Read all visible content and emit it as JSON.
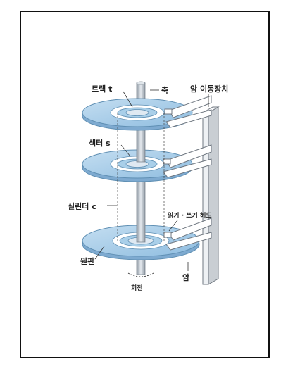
{
  "labels": {
    "track": "트랙 t",
    "axis": "축",
    "arm_mover": "암 이동장치",
    "sector": "섹터 s",
    "cylinder": "실린더 c",
    "rw_head": "읽기 · 쓰기 헤드",
    "platter": "원판",
    "rotation": "회전",
    "arm": "암"
  },
  "colors": {
    "platter_fill": "#a9cfe9",
    "platter_edge": "#5f8fb3",
    "hub": "#dfe9f2",
    "track_band": "#ffffff",
    "spindle": "#b9c1c8",
    "arm": "#ffffff",
    "arm_edge": "#6f7780",
    "text": "#222222"
  }
}
